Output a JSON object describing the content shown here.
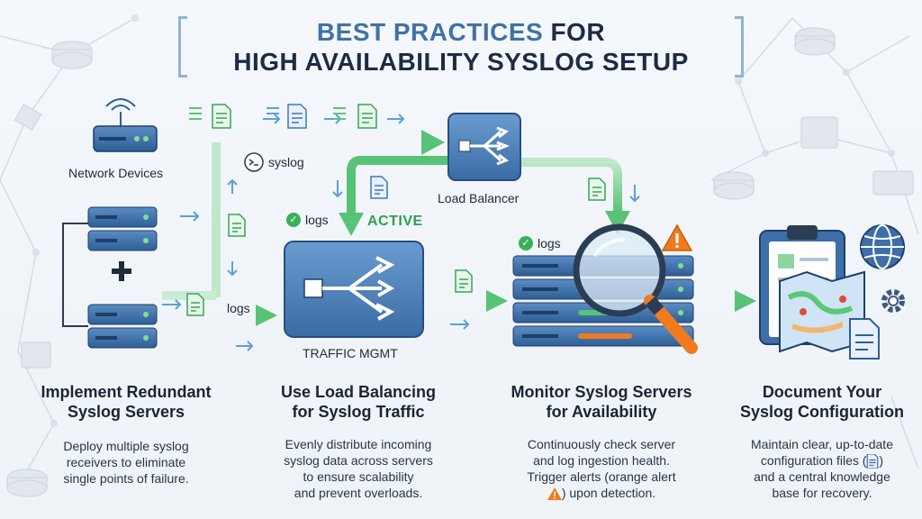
{
  "title": {
    "line1_accent": "BEST PRACTICES",
    "line1_rest": "FOR",
    "line2": "HIGH AVAILABILITY SYSLOG SETUP"
  },
  "labels": {
    "network_devices": "Network Devices",
    "syslog": "syslog",
    "load_balancer": "Load Balancer",
    "logs_top": "logs",
    "active": "ACTIVE",
    "logs_left": "logs",
    "traffic_mgmt": "TRAFFIC MGMT",
    "logs_monitor": "logs"
  },
  "steps": [
    {
      "heading_line1": "Implement Redundant",
      "heading_line2": "Syslog Servers",
      "desc_line1": "Deploy multiple syslog",
      "desc_line2": "receivers to eliminate",
      "desc_line3": "single points of failure."
    },
    {
      "heading_line1": "Use Load Balancing",
      "heading_line2": "for Syslog Traffic",
      "desc_line1": "Evenly distribute incoming",
      "desc_line2": "syslog data across servers",
      "desc_line3": "to ensure scalability",
      "desc_line4": "and prevent overloads."
    },
    {
      "heading_line1": "Monitor Syslog Servers",
      "heading_line2": "for Availability",
      "desc_line1": "Continuously check server",
      "desc_line2": "and log ingestion health.",
      "desc_line3": "Trigger alerts (orange alert",
      "desc_line4": ") upon detection."
    },
    {
      "heading_line1": "Document Your",
      "heading_line2": "Syslog Configuration",
      "desc_line1": "Maintain clear, up-to-date",
      "desc_line2_a": "configuration files (",
      "desc_line2_b": ")",
      "desc_line3": "and a central knowledge",
      "desc_line4": "base for recovery."
    }
  ],
  "colors": {
    "flow_green": "#5cc779",
    "server_blue": "#3d6ea8",
    "title_accent": "#3f72a4",
    "alert_orange": "#f07b1f"
  }
}
